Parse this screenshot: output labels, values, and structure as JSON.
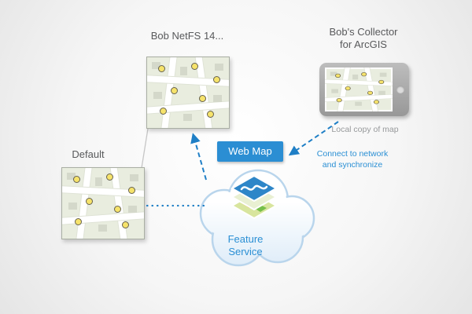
{
  "diagram": {
    "nodes": {
      "netfs_map": {
        "label": "Bob NetFS 14..."
      },
      "collector": {
        "label_line1": "Bob's Collector",
        "label_line2": "for ArcGIS",
        "caption": "Local copy of map"
      },
      "default_map": {
        "label": "Default"
      },
      "web_map": {
        "label": "Web Map"
      },
      "feature_service": {
        "label_line1": "Feature",
        "label_line2": "Service"
      }
    },
    "annotations": {
      "sync_note_line1": "Connect to network",
      "sync_note_line2": "and synchronize"
    },
    "colors": {
      "accent_blue": "#2b8ed3",
      "arrow_blue": "#1f7fc6",
      "label_gray": "#58595b",
      "caption_gray": "#97999b",
      "cloud_stroke": "#b9d5ec",
      "map_background": "#e9eddf",
      "poi_yellow": "#f6e36b"
    }
  }
}
